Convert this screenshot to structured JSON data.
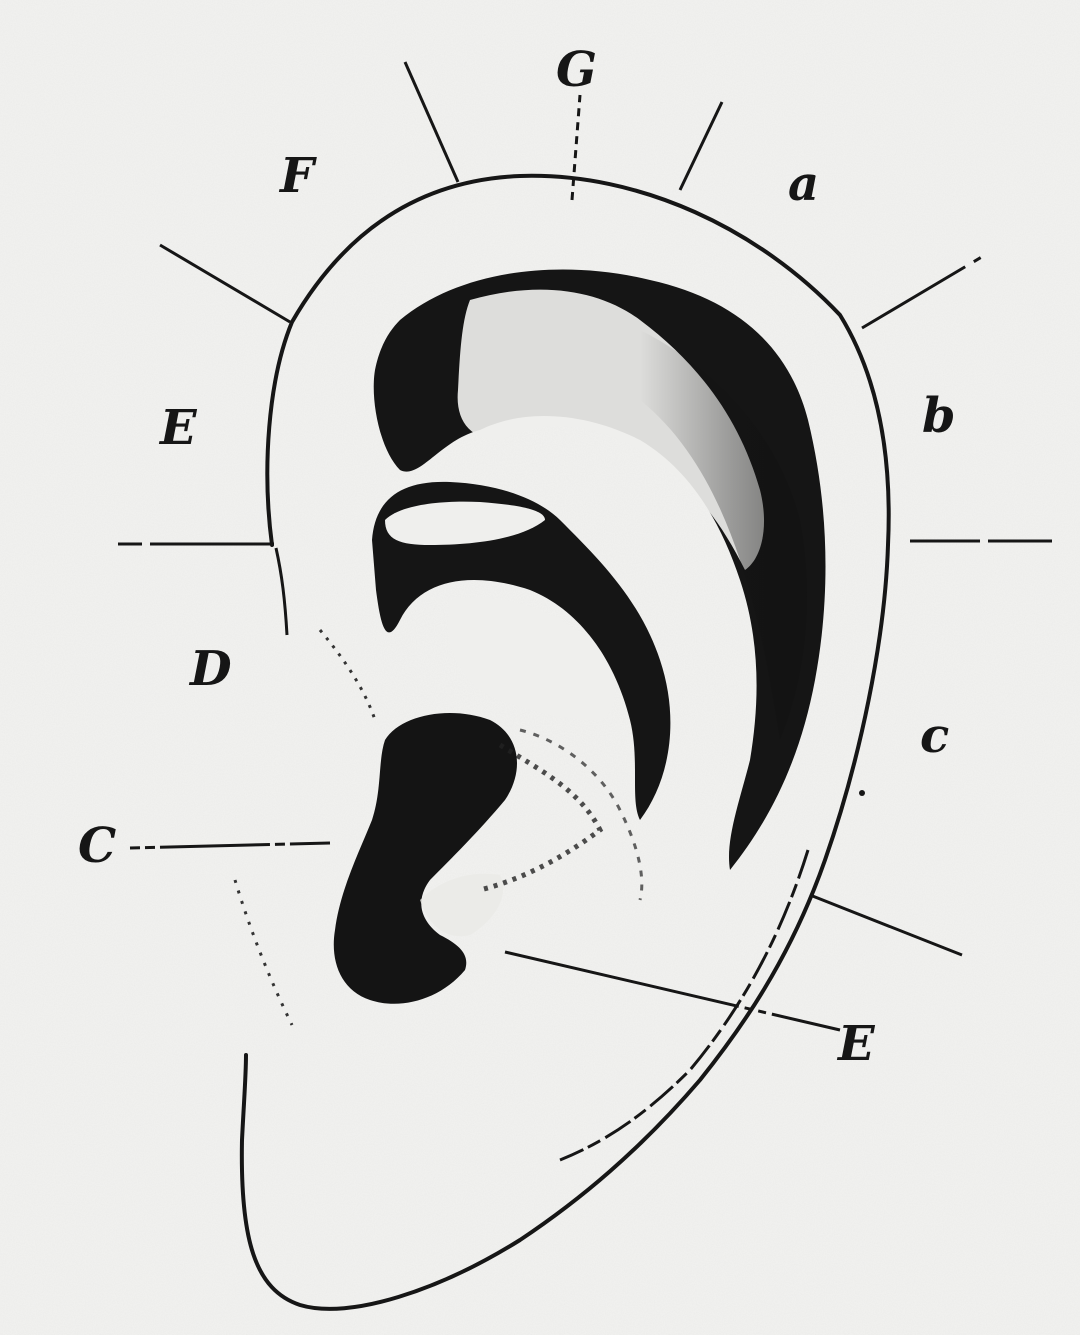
{
  "labels": {
    "G": "G",
    "F": "F",
    "a": "a",
    "E_upper": "E",
    "b": "b",
    "D": "D",
    "c": "c",
    "C": "C",
    "E_lower": "E"
  },
  "colors": {
    "paper": "#f1f1ef",
    "ink": "#161616",
    "shade": "#111111"
  }
}
